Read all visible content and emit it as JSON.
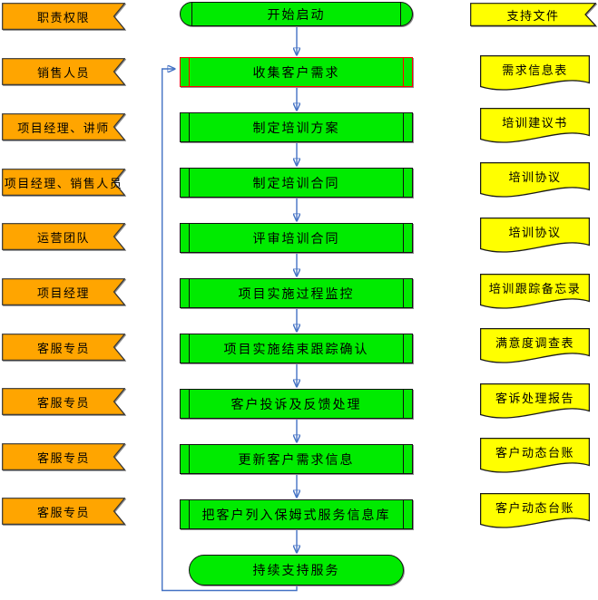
{
  "colors": {
    "role_fill": "#FFA500",
    "process_fill": "#00EB00",
    "doc_fill": "#FFFF00",
    "arrow": "#4472C4",
    "highlight_border": "#FF0000"
  },
  "left_column": {
    "items": [
      "职责权限",
      "销售人员",
      "项目经理、讲师",
      "项目经理、销售人员",
      "运营团队",
      "项目经理",
      "客服专员",
      "客服专员",
      "客服专员",
      "客服专员"
    ]
  },
  "flow": {
    "start": "开始启动",
    "steps": [
      "收集客户需求",
      "制定培训方案",
      "制定培训合同",
      "评审培训合同",
      "项目实施过程监控",
      "项目实施结束跟踪确认",
      "客户投诉及反馈处理",
      "更新客户需求信息",
      "把客户列入保姆式服务信息库"
    ],
    "end": "持续支持服务"
  },
  "right_column": {
    "header": "支持文件",
    "items": [
      "需求信息表",
      "培训建议书",
      "培训协议",
      "培训协议",
      "培训跟踪备忘录",
      "满意度调查表",
      "客诉处理报告",
      "客户动态台账",
      "客户动态台账"
    ]
  }
}
